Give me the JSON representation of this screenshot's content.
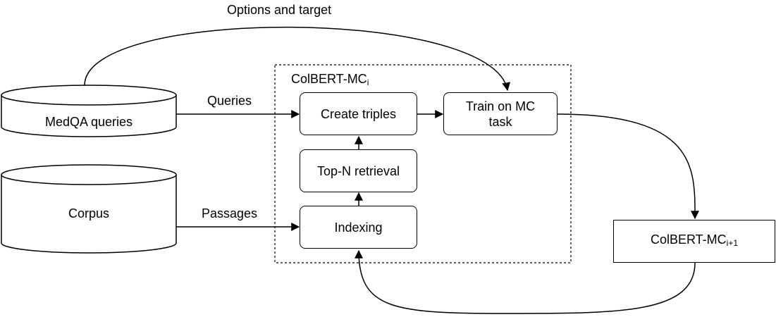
{
  "databases": {
    "medqa": "MedQA queries",
    "corpus": "Corpus"
  },
  "container": {
    "label_main": "ColBERT-MC",
    "label_sub": "i"
  },
  "steps": {
    "create_triples": "Create triples",
    "top_n": "Top-N retrieval",
    "indexing": "Indexing",
    "train_line1": "Train on MC",
    "train_line2": "task"
  },
  "output": {
    "label_main": "ColBERT-MC",
    "label_sub": "i+1"
  },
  "edges": {
    "options_target": "Options and target",
    "queries": "Queries",
    "passages": "Passages"
  }
}
